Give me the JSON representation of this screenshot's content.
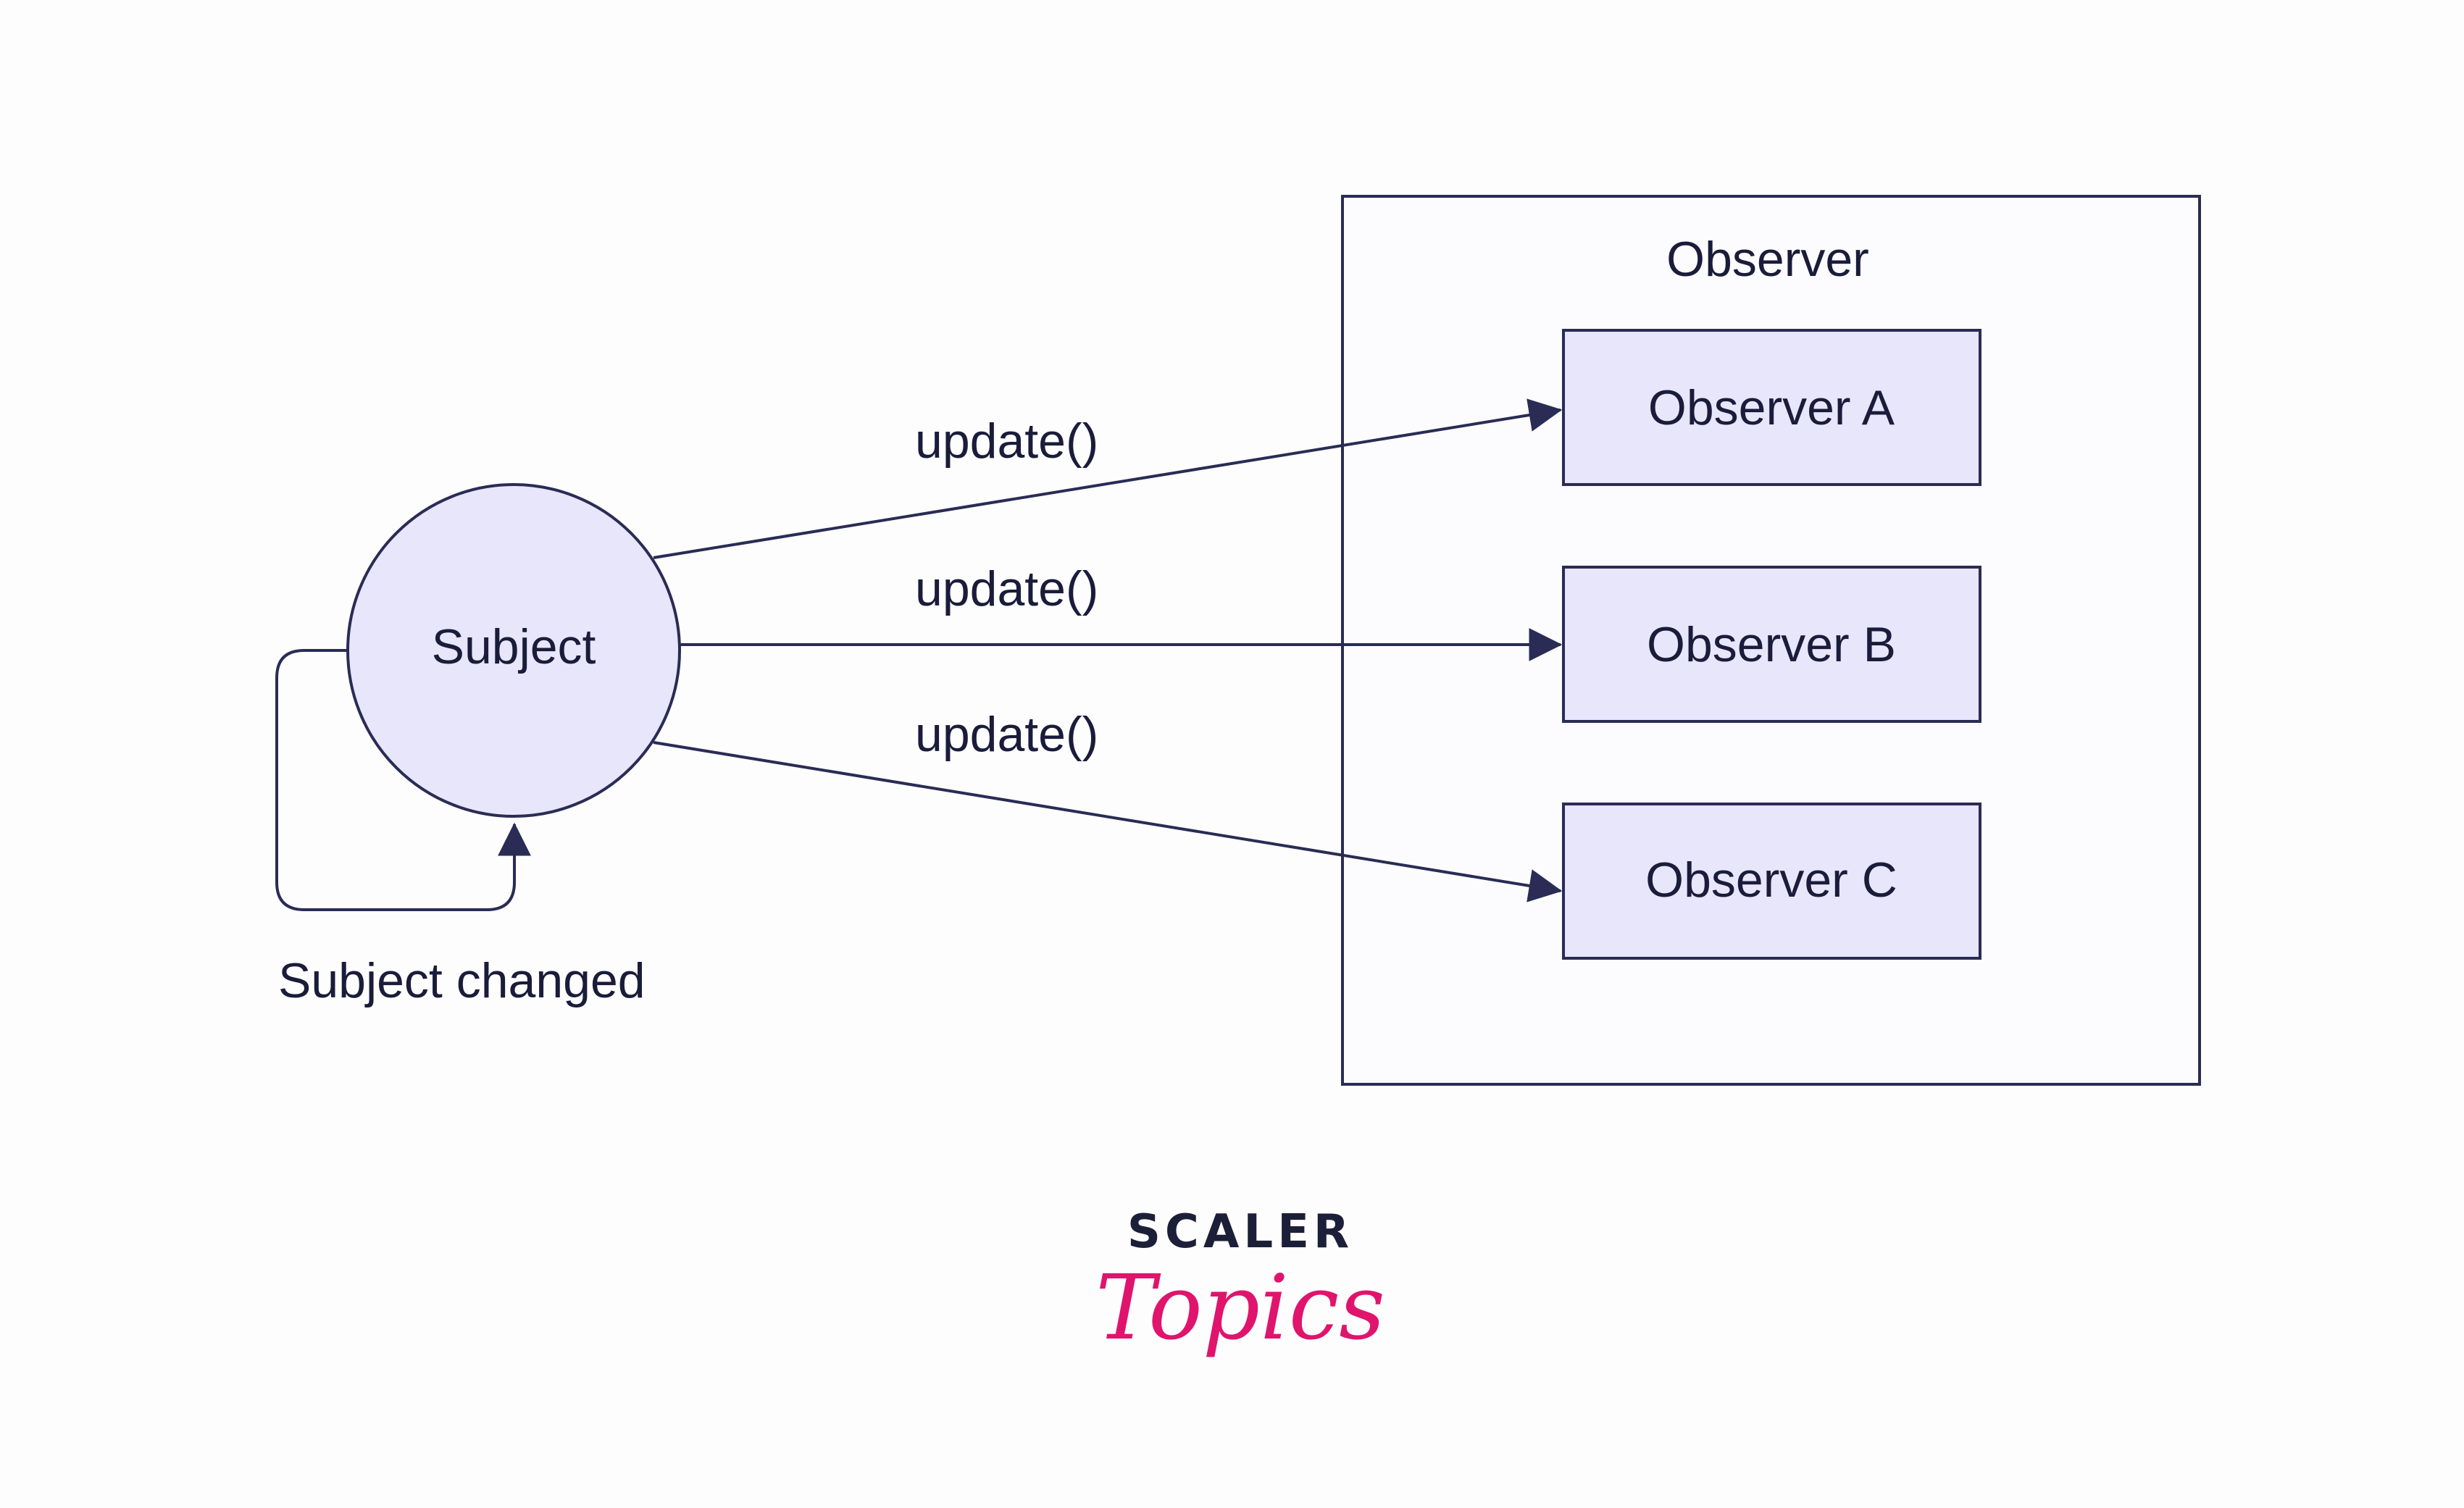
{
  "subject": {
    "label": "Subject"
  },
  "self_loop": {
    "label": "Subject changed"
  },
  "observer_group": {
    "title": "Observer"
  },
  "observers": [
    {
      "label": "Observer A"
    },
    {
      "label": "Observer B"
    },
    {
      "label": "Observer C"
    }
  ],
  "edges": [
    {
      "label": "update()",
      "target": "Observer A"
    },
    {
      "label": "update()",
      "target": "Observer B"
    },
    {
      "label": "update()",
      "target": "Observer C"
    }
  ],
  "logo": {
    "line1": "SCALER",
    "line2": "Topics",
    "icon": "scaler-topics-logo"
  },
  "colors": {
    "stroke": "#2a2c55",
    "node_fill": "#e7e6fb",
    "logo_dark": "#1c1f38",
    "logo_pink": "#e0146c"
  }
}
